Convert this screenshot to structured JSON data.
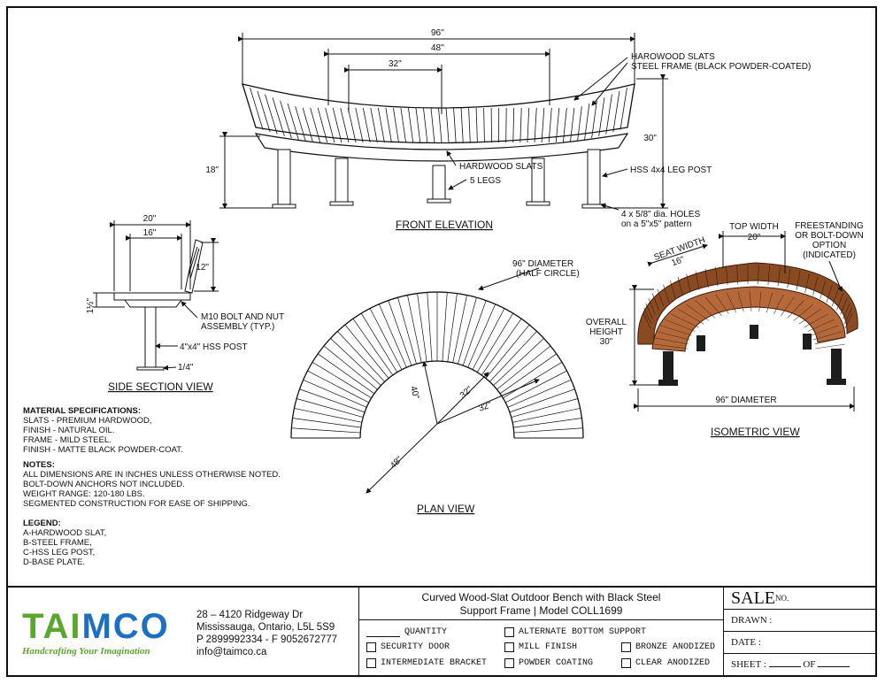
{
  "views": {
    "front_elevation": {
      "title": "FRONT ELEVATION",
      "dims": {
        "overall": "96\"",
        "mid": "48\"",
        "inner": "32\"",
        "height": "30\"",
        "seat": "18\""
      },
      "callouts": {
        "slats_frame_1": "HAROWOOD SLATS",
        "slats_frame_2": "STEEL FRAME (BLACK POWDER-COATED)",
        "seat_slats": "HARDWOOD SLATS",
        "legs": "5 LEGS",
        "post": "HSS 4x4 LEG POST",
        "holes_1": "4 x 5/8\" dia. HOLES",
        "holes_2": "on a 5\"x5\" pattern"
      }
    },
    "side_section": {
      "title": "SIDE SECTION VIEW",
      "dims": {
        "depth": "20\"",
        "seat_depth": "16\"",
        "back": "12\"",
        "seat_thk": "1½\"",
        "plate": "1/4\""
      },
      "callouts": {
        "bolt_1": "M10 BOLT AND NUT",
        "bolt_2": "ASSEMBLY (TYP.)",
        "post": "4\"x4\" HSS POST"
      }
    },
    "plan": {
      "title": "PLAN VIEW",
      "diameter_1": "96\" DIAMETER",
      "diameter_2": "(HALF CIRCLE)",
      "r1": "40\"",
      "r2": "32\"",
      "r3": "32\"",
      "r4": "48\""
    },
    "isometric": {
      "title": "ISOMETRIC VIEW",
      "top_width_1": "TOP WIDTH",
      "top_width_2": "20\"",
      "seat_width_1": "SEAT WIDTH",
      "seat_width_2": "16\"",
      "freestanding_1": "FREESTANDING",
      "freestanding_2": "OR BOLT-DOWN",
      "freestanding_3": "OPTION",
      "freestanding_4": "(INDICATED)",
      "overall_1": "OVERALL",
      "overall_2": "HEIGHT",
      "overall_3": "30\"",
      "diameter": "96\" DIAMETER"
    }
  },
  "specs": {
    "material_heading": "MATERIAL SPECIFICATIONS:",
    "material": [
      "SLATS - PREMIUM HARDWOOD,",
      "FINISH - NATURAL OIL.",
      "FRAME - MILD STEEL.",
      "FINISH - MATTE BLACK POWDER-COAT."
    ],
    "notes_heading": "NOTES:",
    "notes": [
      "ALL DIMENSIONS ARE IN INCHES UNLESS OTHERWISE NOTED.",
      "BOLT-DOWN ANCHORS NOT INCLUDED.",
      "WEIGHT RANGE: 120-180 LBS.",
      "SEGMENTED CONSTRUCTION FOR EASE OF SHIPPING."
    ],
    "legend_heading": "LEGEND:",
    "legend": [
      "A-HARDWOOD SLAT,",
      "B-STEEL FRAME,",
      "C-HSS LEG POST,",
      "D-BASE PLATE."
    ]
  },
  "titleblock": {
    "logo": "TAIMCO",
    "tagline": "Handcrafting Your Imagination",
    "address": [
      "28 – 4120 Ridgeway Dr",
      "Mississauga, Ontario, L5L 5S9",
      "P 2899992334 - F 9052672777",
      "info@taimco.ca"
    ],
    "product_line1": "Curved Wood-Slat Outdoor Bench with Black Steel",
    "product_line2": "Support Frame | Model COLL1699",
    "quantity": "QUANTITY",
    "options": {
      "alt_bottom": "ALTERNATE BOTTOM SUPPORT",
      "security": "SECURITY DOOR",
      "mill": "MILL FINISH",
      "bronze": "BRONZE ANODIZED",
      "intermediate": "INTERMEDIATE BRACKET",
      "powder": "POWDER COATING",
      "clear": "CLEAR ANODIZED"
    },
    "sale": "SALE",
    "sale_no": "NO.",
    "drawn": "DRAWN :",
    "date": "DATE :",
    "sheet": "SHEET :",
    "of": "OF"
  },
  "colors": {
    "wood": "#8a4a22",
    "wood_light": "#b5693a",
    "steel": "#1d1d1d",
    "logo_green": "#5aa62e",
    "logo_blue": "#1f6fc1"
  }
}
